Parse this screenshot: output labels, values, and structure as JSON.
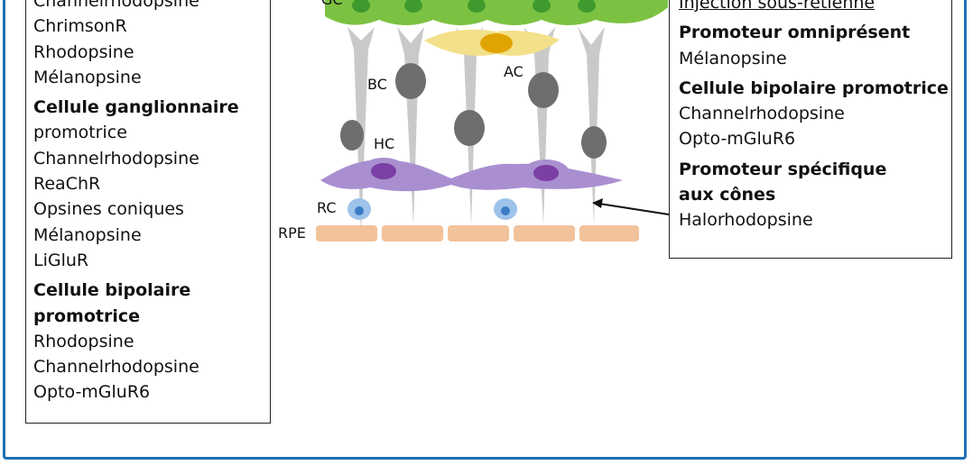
{
  "left_panel": {
    "lines": [
      {
        "text": "Channelrhodopsine",
        "style": "normal"
      },
      {
        "text": "ChrimsonR",
        "style": "normal"
      },
      {
        "text": "Rhodopsine",
        "style": "normal"
      },
      {
        "text": "Mélanopsine",
        "style": "normal"
      },
      {
        "text": "Cellule ganglionnaire",
        "style": "bold"
      },
      {
        "text": "promotrice",
        "style": "normal"
      },
      {
        "text": "Channelrhodopsine",
        "style": "normal"
      },
      {
        "text": "ReaChR",
        "style": "normal"
      },
      {
        "text": "Opsines coniques",
        "style": "normal"
      },
      {
        "text": "Mélanopsine",
        "style": "normal"
      },
      {
        "text": "LiGluR",
        "style": "normal"
      },
      {
        "text": "Cellule bipolaire",
        "style": "bold"
      },
      {
        "text": "promotrice",
        "style": "bold"
      },
      {
        "text": "Rhodopsine",
        "style": "normal"
      },
      {
        "text": "Channelrhodopsine",
        "style": "normal"
      },
      {
        "text": "Opto-mGluR6",
        "style": "normal"
      }
    ]
  },
  "right_panel": {
    "lines": [
      {
        "text": "Injection sous-rétienne",
        "style": "underline"
      },
      {
        "text": "Promoteur omniprésent",
        "style": "bold"
      },
      {
        "text": "Mélanopsine",
        "style": "normal"
      },
      {
        "text": "Cellule bipolaire promotrice",
        "style": "bold"
      },
      {
        "text": "Channelrhodopsine",
        "style": "normal"
      },
      {
        "text": "Opto-mGluR6",
        "style": "normal"
      },
      {
        "text": "Promoteur spécifique",
        "style": "bold"
      },
      {
        "text": "aux cônes",
        "style": "bold"
      },
      {
        "text": "Halorhodopsine",
        "style": "normal"
      }
    ]
  },
  "diagram": {
    "labels": {
      "gc": "GC",
      "bc": "BC",
      "ac": "AC",
      "hc": "HC",
      "rc": "RC",
      "rpe": "RPE"
    },
    "colors": {
      "frame": "#1f6fb5",
      "ganglion": "#7cc242",
      "ganglion_nucleus": "#3f9a2e",
      "bipolar_body": "#c9c9c9",
      "bipolar_nucleus": "#6e6e6e",
      "amacrine": "#f3e08a",
      "amacrine_nucleus": "#e0a400",
      "horizontal": "#a98fd0",
      "horizontal_nucleus": "#7b3fa6",
      "rod": "#9ec3ea",
      "rod_nucleus": "#3b7cc4",
      "rpe": "#f2c29a"
    }
  }
}
